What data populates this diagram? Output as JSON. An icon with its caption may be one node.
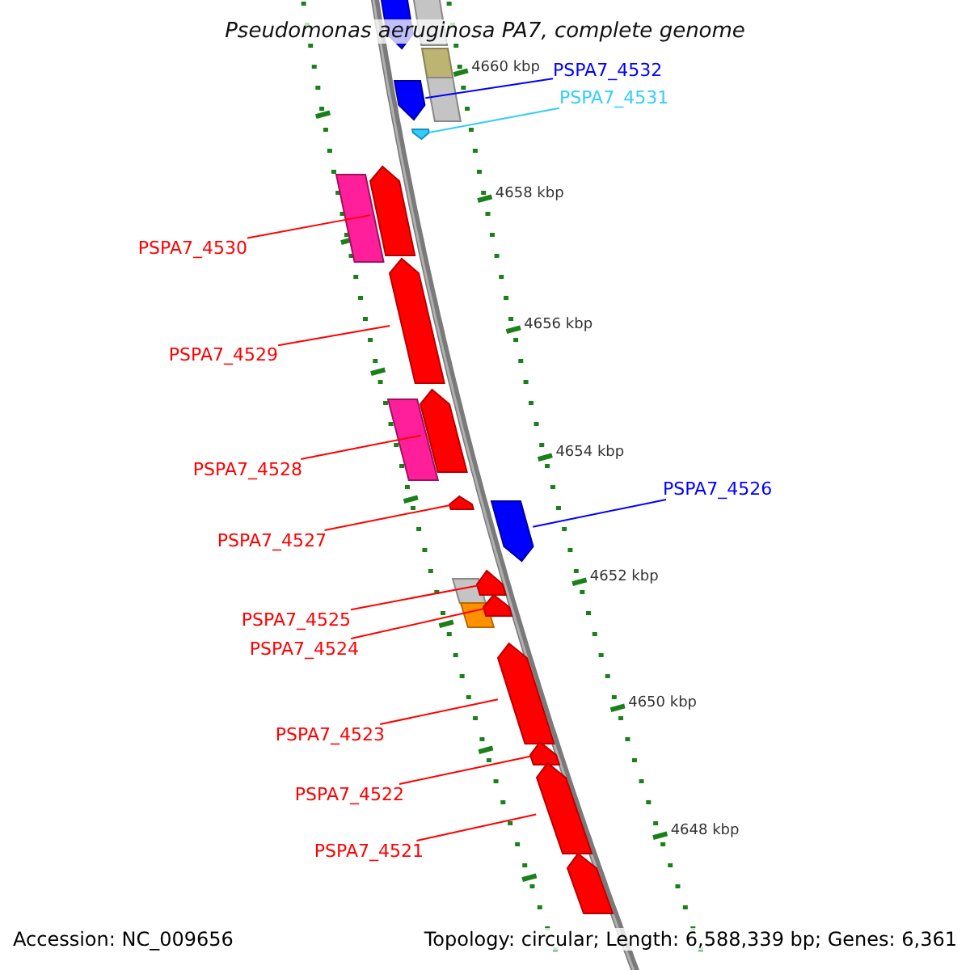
{
  "diagram": {
    "title": "Pseudomonas aeruginosa PA7, complete genome",
    "nodes": [
      {
        "text": [
          "PSPA7_4532"
        ]
      },
      {
        "text": [],
        "shape": "arrow"
      },
      {
        "text": [
          "PSPA7_4531"
        ]
      },
      {
        "text": [],
        "shape": "arrow"
      },
      {
        "text": [
          "PSPA7_4530"
        ]
      },
      {
        "text": [],
        "shape": "arrow"
      },
      {
        "text": [
          "PSPA7_4529"
        ]
      },
      {
        "text": [],
        "shape": "arrow"
      },
      {
        "text": [
          "PSPA7_4528"
        ]
      },
      {
        "text": [],
        "shape": "arrow"
      },
      {
        "text": [
          "PSPA7_4527"
        ]
      },
      {
        "text": [],
        "shape": "arrow"
      },
      {
        "text": [
          "PSPA7_4526"
        ]
      },
      {
        "text": [],
        "shape": "arrow"
      },
      {
        "text": [
          "PSPA7_4525"
        ]
      },
      {
        "text": [],
        "shape": "arrow"
      },
      {
        "text": [
          "PSPA7_4524"
        ]
      },
      {
        "text": [],
        "shape": "arrow"
      },
      {
        "text": [
          "PSPA7_4523"
        ]
      },
      {
        "text": [],
        "shape": "arrow"
      },
      {
        "text": [
          "PSPA7_4522"
        ]
      },
      {
        "text": [],
        "shape": "arrow"
      },
      {
        "text": [
          "PSPA7_4521"
        ]
      },
      {
        "text": [],
        "shape": "arrow"
      }
    ],
    "edges": [
      {
        "from": 0,
        "to": 1,
        "arrow": "none",
        "color": "#0000ff"
      },
      {
        "from": 2,
        "to": 3,
        "arrow": "none",
        "color": "#33ccff"
      },
      {
        "from": 4,
        "to": 5,
        "arrow": "none"
      },
      {
        "from": 6,
        "to": 7,
        "arrow": "none"
      },
      {
        "from": 8,
        "to": 9,
        "arrow": "none"
      },
      {
        "from": 10,
        "to": 11,
        "arrow": "none"
      },
      {
        "from": 12,
        "to": 13,
        "arrow": "none",
        "color": "#0000ff"
      },
      {
        "from": 14,
        "to": 15,
        "arrow": "none"
      },
      {
        "from": 16,
        "to": 17,
        "arrow": "none"
      },
      {
        "from": 18,
        "to": 19,
        "arrow": "none"
      },
      {
        "from": 20,
        "to": 21,
        "arrow": "none"
      },
      {
        "from": 22,
        "to": 23,
        "arrow": "none"
      }
    ],
    "labels": [
      "4660 kbp",
      "4658 kbp",
      "4656 kbp",
      "4654 kbp",
      "4652 kbp",
      "4650 kbp",
      "4648 kbp",
      "Accession: NC_009656",
      "Topology: circular; Length: 6,588,339 bp; Genes: 6,361"
    ]
  }
}
